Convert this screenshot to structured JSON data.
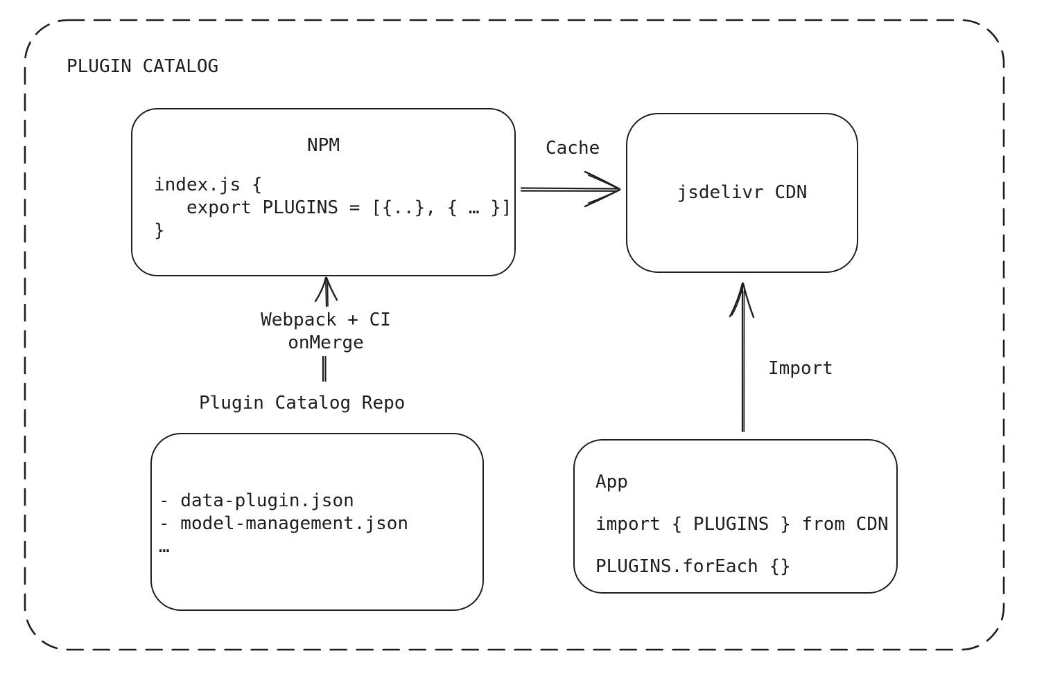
{
  "colors": {
    "stroke": "#1e1e1e",
    "background": "#ffffff"
  },
  "container": {
    "title": "PLUGIN CATALOG"
  },
  "nodes": {
    "npm": {
      "title": "NPM",
      "code": [
        "index.js {",
        "   export PLUGINS = [{..}, { … }]",
        "}"
      ]
    },
    "cdn": {
      "label": "jsdelivr CDN"
    },
    "repo": {
      "label": "Plugin Catalog Repo",
      "files": [
        "- data-plugin.json",
        "- model-management.json",
        "…"
      ]
    },
    "app": {
      "title": "App",
      "code": [
        "import { PLUGINS } from CDN",
        "PLUGINS.forEach {}"
      ]
    }
  },
  "edges": {
    "cache": {
      "label": "Cache",
      "from": "NPM",
      "to": "jsdelivr CDN"
    },
    "build": {
      "label": "Webpack + CI",
      "sublabel": "onMerge",
      "from": "Plugin Catalog Repo",
      "to": "NPM"
    },
    "import": {
      "label": "Import",
      "from": "App",
      "to": "jsdelivr CDN"
    }
  }
}
